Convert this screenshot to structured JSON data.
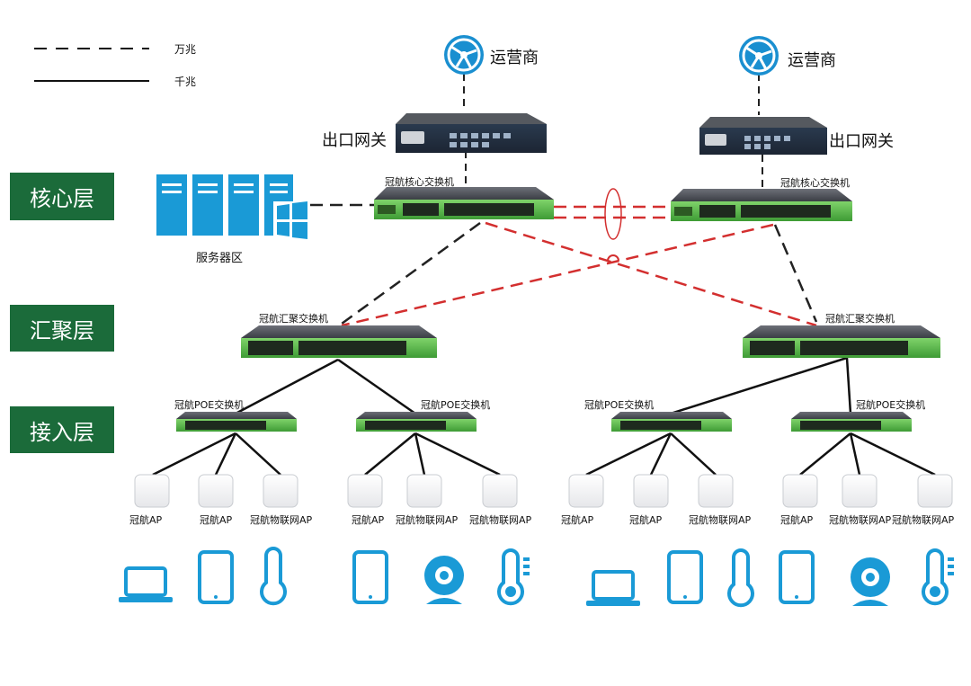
{
  "legend": {
    "ten_gig": "万兆",
    "gig": "千兆"
  },
  "layers": {
    "core": "核心层",
    "aggregation": "汇聚层",
    "access": "接入层"
  },
  "isp": {
    "left": "运营商",
    "right": "运营商"
  },
  "gateway": {
    "left": "出口网关",
    "right": "出口网关"
  },
  "server_zone": "服务器区",
  "core_switch": {
    "left": "冠航核心交换机",
    "right": "冠航核心交换机"
  },
  "agg_switch": {
    "left": "冠航汇聚交换机",
    "right": "冠航汇聚交换机"
  },
  "poe_switch": [
    "冠航POE交换机",
    "冠航POE交换机",
    "冠航POE交换机",
    "冠航POE交换机"
  ],
  "ap_labels": [
    "冠航AP",
    "冠航AP",
    "冠航物联网AP",
    "冠航AP",
    "冠航物联网AP",
    "冠航物联网AP",
    "冠航AP",
    "冠航AP",
    "冠航物联网AP",
    "冠航AP",
    "冠航物联网AP",
    "冠航物联网AP"
  ],
  "device_icons": [
    "laptop-icon",
    "tablet-icon",
    "thermometer-icon",
    "tablet-icon",
    "webcam-icon",
    "thermo-sensor-icon",
    "laptop-icon",
    "tablet-icon",
    "thermometer-icon",
    "tablet-icon",
    "webcam-icon",
    "thermo-sensor-icon"
  ],
  "colors": {
    "layer_box": "#1b6b3a",
    "icon_blue": "#1a9ad6",
    "switch_green": "#4caf50",
    "red_link": "#d32f2f"
  }
}
